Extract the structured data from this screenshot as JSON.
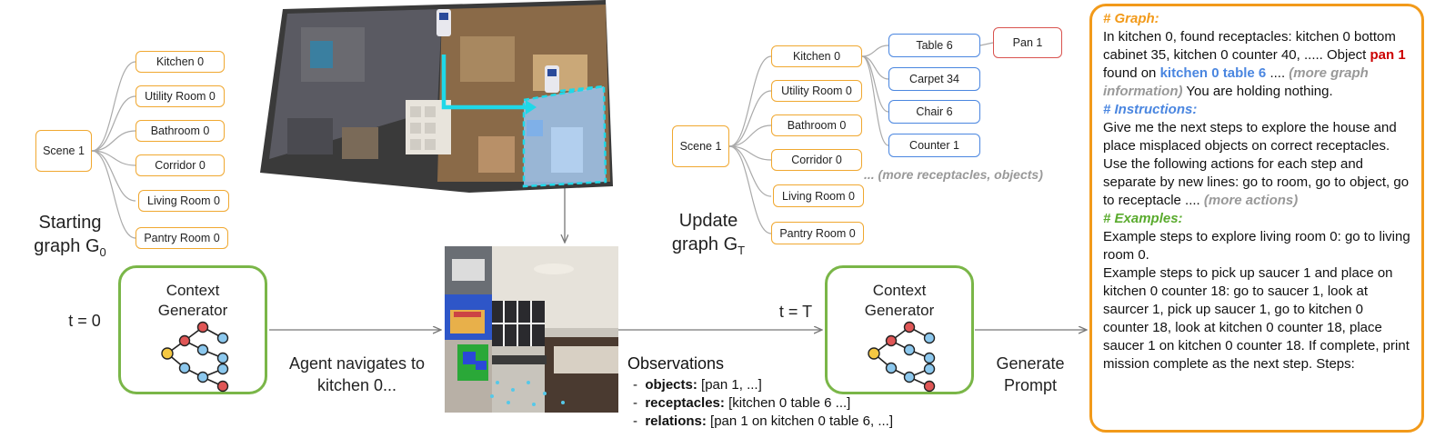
{
  "left_graph": {
    "root": "Scene 1",
    "rooms": [
      "Kitchen 0",
      "Utility Room 0",
      "Bathroom 0",
      "Corridor 0",
      "Living Room 0",
      "Pantry Room 0"
    ],
    "caption_line1": "Starting",
    "caption_line2": "graph G",
    "caption_sub": "0"
  },
  "right_graph": {
    "root": "Scene 1",
    "rooms": [
      "Kitchen 0",
      "Utility Room 0",
      "Bathroom 0",
      "Corridor 0",
      "Living Room 0",
      "Pantry Room 0"
    ],
    "receptacles": [
      "Table 6",
      "Carpet 34",
      "Chair 6",
      "Counter 1"
    ],
    "object": "Pan 1",
    "more": "... (more receptacles, objects)",
    "caption_line1": "Update",
    "caption_line2": "graph G",
    "caption_sub": "T"
  },
  "generator_left": {
    "line1": "Context",
    "line2": "Generator",
    "time": "t = 0"
  },
  "generator_right": {
    "line1": "Context",
    "line2": "Generator",
    "time": "t = T"
  },
  "navigate_label": {
    "line1": "Agent navigates to",
    "line2": "kitchen 0..."
  },
  "generate_label": {
    "line1": "Generate",
    "line2": "Prompt"
  },
  "observations": {
    "title": "Observations",
    "items": [
      {
        "key": "objects:",
        "value": " [pan 1, ...]"
      },
      {
        "key": "receptacles:",
        "value": " [kitchen 0 table 6 ...]"
      },
      {
        "key": "relations:",
        "value": " [pan 1 on kitchen 0 table 6, ...]"
      }
    ]
  },
  "prompt": {
    "graph_header": "# Graph:",
    "graph_text1": "In kitchen 0, found receptacles: kitchen 0 bottom cabinet 35, kitchen 0 counter 40, ..... Object ",
    "graph_obj": "pan 1",
    "graph_text2": " found on ",
    "graph_rec": "kitchen 0 table 6",
    "graph_text3": " .... ",
    "graph_more": "(more graph information)",
    "graph_text4": " You are holding nothing.",
    "instr_header": "# Instructions:",
    "instr_text": "Give me the next steps to explore the house and place misplaced objects on correct receptacles. Use the following actions for each step and separate by new lines: go to room, go to object, go to receptacle .... ",
    "instr_more": "(more actions)",
    "ex_header": "# Examples:",
    "ex_text1": "Example steps to explore living room 0: go to living room 0.",
    "ex_text2": "Example steps to pick up saucer 1 and place on kitchen 0 counter 18: go to saucer 1, look at saurcer 1, pick up saucer 1, go to kitchen 0 counter 18, look at kitchen 0 counter 18, place saucer 1 on kitchen 0 counter 18. If complete, print mission complete as the next step. Steps:"
  },
  "colors": {
    "room_border": "#f0a830",
    "receptacle_border": "#4a86e0",
    "object_border": "#d9534f",
    "generator_border": "#7ab648",
    "prompt_border": "#f29a1a",
    "path_arrow": "#1fd8e8"
  }
}
